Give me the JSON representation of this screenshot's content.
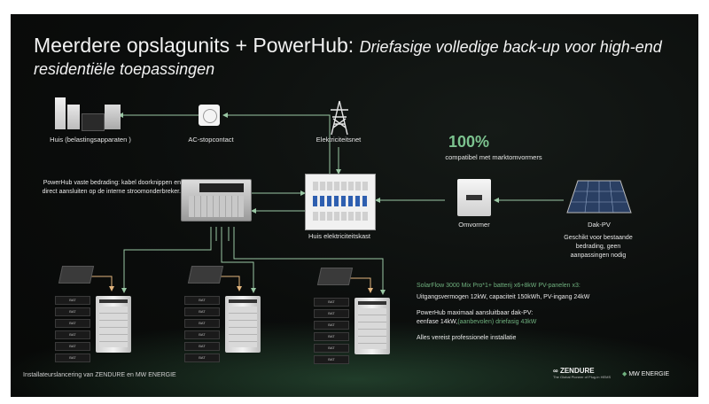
{
  "title": {
    "main": "Meerdere opslagunits + PowerHub:",
    "italic": "Driefasige volledige back-up voor high-end",
    "line2": "residentiële toepassingen"
  },
  "labels": {
    "house": "Huis (belastingsapparaten )",
    "ac_socket": "AC-stopcontact",
    "grid": "Elektriciteitsnet",
    "compat_pct": "100%",
    "compat_text": "compatibel met marktomvormers",
    "powerhub_desc_1": "PowerHub vaste bedrading: kabel doorknippen en",
    "powerhub_desc_2": "direct aansluiten op de interne stroomonderbreker.",
    "panel": "Huis elektriciteitskast",
    "inverter": "Omvormer",
    "pv": "Dak-PV",
    "pv_desc_1": "Geschikt voor bestaande",
    "pv_desc_2": "bedrading, geen",
    "pv_desc_3": "aanpassingen nodig"
  },
  "specs": {
    "line1": "SolarFlow 3000 Mix Pro*1+ batterij x6+8kW PV-panelen x3:",
    "line2": "Uitgangsvermogen 12kW, capaciteit 150kWh, PV-ingang 24kW",
    "line3": "PowerHub maximaal aansluitbaar dak-PV:",
    "line4a": "eenfase 14kW,",
    "line4b": "(aanbevolen) driefasig 43kW",
    "line5": "Alles vereist professionele installatie"
  },
  "bat_label": "BAT",
  "footer": "Installateurslancering van ZENDURE en MW ENERGIE",
  "logos": {
    "zendure": "ZENDURE",
    "zendure_tag": "The Global Pioneer of Plug-in HEMS",
    "mw": "MW ENERGIE"
  }
}
